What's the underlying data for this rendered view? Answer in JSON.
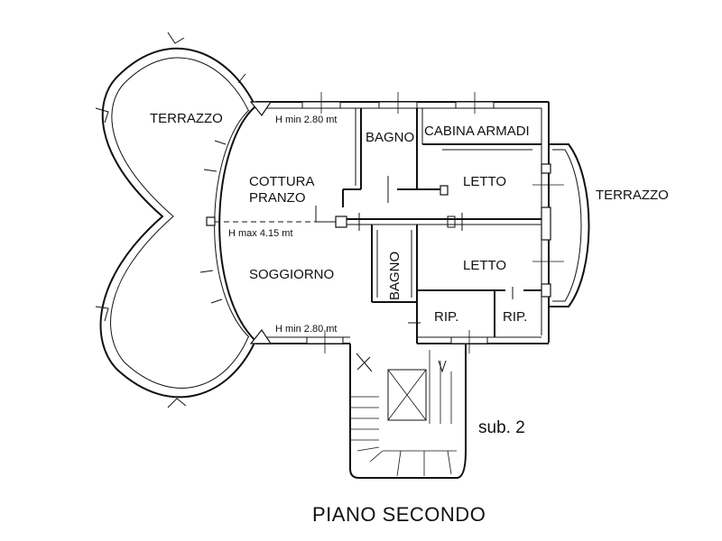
{
  "plan": {
    "title": "PIANO SECONDO",
    "unit": "sub. 2",
    "rooms": {
      "terrazzo_left": "TERRAZZO",
      "terrazzo_right": "TERRAZZO",
      "cottura": "COTTURA",
      "pranzo": "PRANZO",
      "soggiorno": "SOGGIORNO",
      "bagno_top": "BAGNO",
      "bagno_vertical": "BAGNO",
      "cabina_armadi": "CABINA ARMADI",
      "letto_top": "LETTO",
      "letto_bottom": "LETTO",
      "rip_left": "RIP.",
      "rip_right": "RIP."
    },
    "notes": {
      "h_min_top": "H min 2.80 mt",
      "h_max": "H max 4.15 mt",
      "h_min_bottom": "H min 2.80 mt"
    }
  }
}
